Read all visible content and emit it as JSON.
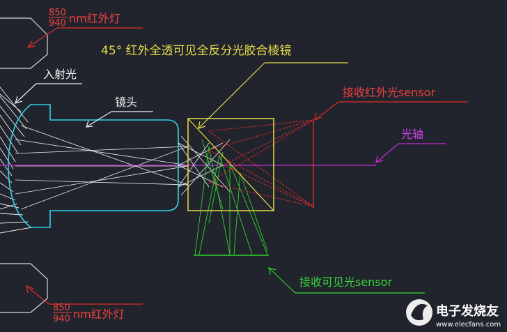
{
  "colors": {
    "background": "#21242c",
    "lens": "#2fd3e6",
    "prism": "#e8dc4a",
    "ir": "#e02a2a",
    "visible": "#2fd32f",
    "axis": "#c42bd8",
    "rays": "#f0f0f0",
    "housing": "#d9d9d9",
    "label_white": "#f2f2f2",
    "label_yellow": "#e8dc4a",
    "label_red": "#f04040",
    "label_magenta": "#d040e8",
    "label_green": "#37d337"
  },
  "labels": {
    "ir_lamp_top": {
      "num_top": "850",
      "num_bottom": "940",
      "suffix": "nm红外灯"
    },
    "ir_lamp_bottom": {
      "num_top": "850",
      "num_bottom": "940",
      "suffix": "nm红外灯"
    },
    "prism": "45° 红外全透可见全反分光胶合棱镜",
    "incident_light": "入射光",
    "lens": "镜头",
    "ir_sensor": "接收红外光sensor",
    "optical_axis": "光轴",
    "visible_sensor": "接收可见光sensor"
  },
  "watermark": {
    "brand": "电子发烧友",
    "url": "www.elecfans.com",
    "logo_icon": "elecfans-logo-icon"
  }
}
